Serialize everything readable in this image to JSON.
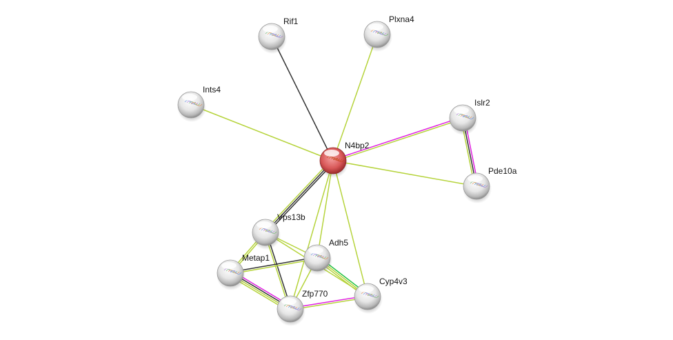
{
  "colors": {
    "black": "#333333",
    "yellowgreen": "#b5d33a",
    "magenta": "#e020e0",
    "green": "#20c040",
    "query_node": "#d85050",
    "node": "#e8e8e8"
  },
  "nodes": [
    {
      "id": "N4bp2",
      "label": "N4bp2",
      "query": true
    },
    {
      "id": "Rif1",
      "label": "Rif1"
    },
    {
      "id": "Plxna4",
      "label": "Plxna4"
    },
    {
      "id": "Ints4",
      "label": "Ints4"
    },
    {
      "id": "Islr2",
      "label": "Islr2"
    },
    {
      "id": "Pde10a",
      "label": "Pde10a"
    },
    {
      "id": "Vps13b",
      "label": "Vps13b"
    },
    {
      "id": "Adh5",
      "label": "Adh5"
    },
    {
      "id": "Metap1",
      "label": "Metap1"
    },
    {
      "id": "Zfp770",
      "label": "Zfp770"
    },
    {
      "id": "Cyp4v3",
      "label": "Cyp4v3"
    }
  ],
  "edges": [
    {
      "source": "N4bp2",
      "target": "Rif1",
      "evidence": [
        "black"
      ]
    },
    {
      "source": "N4bp2",
      "target": "Plxna4",
      "evidence": [
        "yellowgreen"
      ]
    },
    {
      "source": "N4bp2",
      "target": "Ints4",
      "evidence": [
        "yellowgreen"
      ]
    },
    {
      "source": "N4bp2",
      "target": "Islr2",
      "evidence": [
        "magenta",
        "yellowgreen"
      ]
    },
    {
      "source": "N4bp2",
      "target": "Pde10a",
      "evidence": [
        "yellowgreen"
      ]
    },
    {
      "source": "N4bp2",
      "target": "Vps13b",
      "evidence": [
        "black",
        "black",
        "yellowgreen"
      ]
    },
    {
      "source": "N4bp2",
      "target": "Adh5",
      "evidence": [
        "yellowgreen"
      ]
    },
    {
      "source": "N4bp2",
      "target": "Zfp770",
      "evidence": [
        "yellowgreen"
      ]
    },
    {
      "source": "N4bp2",
      "target": "Cyp4v3",
      "evidence": [
        "yellowgreen"
      ]
    },
    {
      "source": "Islr2",
      "target": "Pde10a",
      "evidence": [
        "magenta",
        "black",
        "yellowgreen"
      ]
    },
    {
      "source": "Vps13b",
      "target": "Adh5",
      "evidence": [
        "yellowgreen"
      ]
    },
    {
      "source": "Vps13b",
      "target": "Cyp4v3",
      "evidence": [
        "yellowgreen"
      ]
    },
    {
      "source": "Vps13b",
      "target": "Metap1",
      "evidence": [
        "yellowgreen",
        "yellowgreen"
      ]
    },
    {
      "source": "Vps13b",
      "target": "Zfp770",
      "evidence": [
        "black",
        "yellowgreen"
      ]
    },
    {
      "source": "Metap1",
      "target": "Adh5",
      "evidence": [
        "black",
        "yellowgreen"
      ]
    },
    {
      "source": "Metap1",
      "target": "Zfp770",
      "evidence": [
        "magenta",
        "black",
        "yellowgreen",
        "yellowgreen"
      ]
    },
    {
      "source": "Adh5",
      "target": "Zfp770",
      "evidence": [
        "yellowgreen"
      ]
    },
    {
      "source": "Adh5",
      "target": "Cyp4v3",
      "evidence": [
        "green",
        "yellowgreen",
        "yellowgreen"
      ]
    },
    {
      "source": "Zfp770",
      "target": "Cyp4v3",
      "evidence": [
        "magenta",
        "yellowgreen"
      ]
    }
  ]
}
